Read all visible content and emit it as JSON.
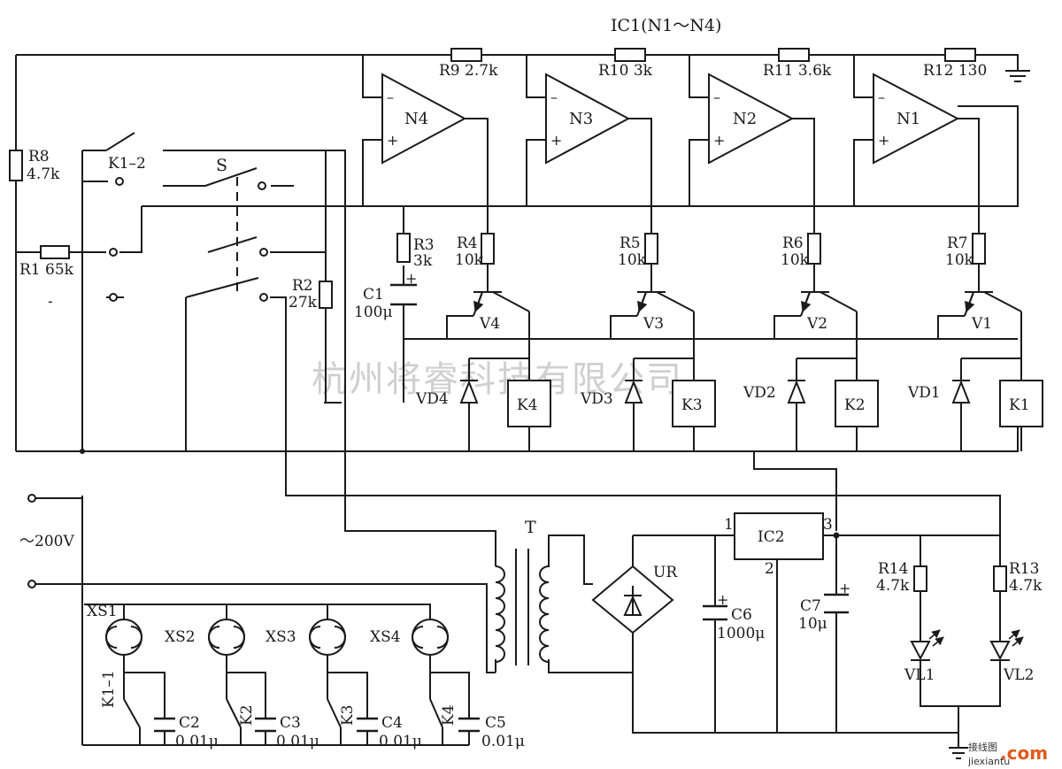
{
  "title": "IC1(N1～N4)",
  "watermark": "杭州将睿科技有限公司",
  "site_mark": "jiexiantu",
  "site_logo": "接线图",
  "site_com": ".com",
  "opamps": [
    "N4",
    "N3",
    "N2",
    "N1"
  ],
  "opamp_plus": "+",
  "opamp_minus": "–",
  "divider": [
    {
      "name": "R9",
      "value": "2.7k"
    },
    {
      "name": "R10",
      "value": "3k"
    },
    {
      "name": "R11",
      "value": "3.6k"
    },
    {
      "name": "R12",
      "value": "130"
    }
  ],
  "r8": {
    "name": "R8",
    "value": "4.7k"
  },
  "r1": {
    "name": "R1",
    "value": "65k"
  },
  "r2": {
    "name": "R2",
    "value": "27k"
  },
  "r3": {
    "name": "R3",
    "value": "3k"
  },
  "c1": {
    "name": "C1",
    "value": "100μ"
  },
  "base_resistors": [
    {
      "name": "R4",
      "value": "10k"
    },
    {
      "name": "R5",
      "value": "10k"
    },
    {
      "name": "R6",
      "value": "10k"
    },
    {
      "name": "R7",
      "value": "10k"
    }
  ],
  "transistors": [
    "V4",
    "V3",
    "V2",
    "V1"
  ],
  "diodes": [
    "VD4",
    "VD3",
    "VD2",
    "VD1"
  ],
  "relays": [
    "K4",
    "K3",
    "K2",
    "K1"
  ],
  "switch_k12": "K1–2",
  "switch_s": "S",
  "supply": "～200V",
  "sockets": [
    "XS1",
    "XS2",
    "XS3",
    "XS4"
  ],
  "contacts": [
    "K1–1",
    "K2",
    "K3",
    "K4"
  ],
  "snubber_caps": [
    {
      "name": "C2",
      "value": "0.01μ"
    },
    {
      "name": "C3",
      "value": "0.01μ"
    },
    {
      "name": "C4",
      "value": "0.01μ"
    },
    {
      "name": "C5",
      "value": "0.01μ"
    }
  ],
  "transformer": "T",
  "bridge": "UR",
  "regulator": {
    "name": "IC2",
    "pin1": "1",
    "pin2": "2",
    "pin3": "3"
  },
  "c6": {
    "name": "C6",
    "value": "1000μ"
  },
  "c7": {
    "name": "C7",
    "value": "10μ"
  },
  "r14": {
    "name": "R14",
    "value": "4.7k"
  },
  "r13": {
    "name": "R13",
    "value": "4.7k"
  },
  "leds": [
    "VL1",
    "VL2"
  ],
  "cap_plus": "+",
  "neg_mark": "-"
}
